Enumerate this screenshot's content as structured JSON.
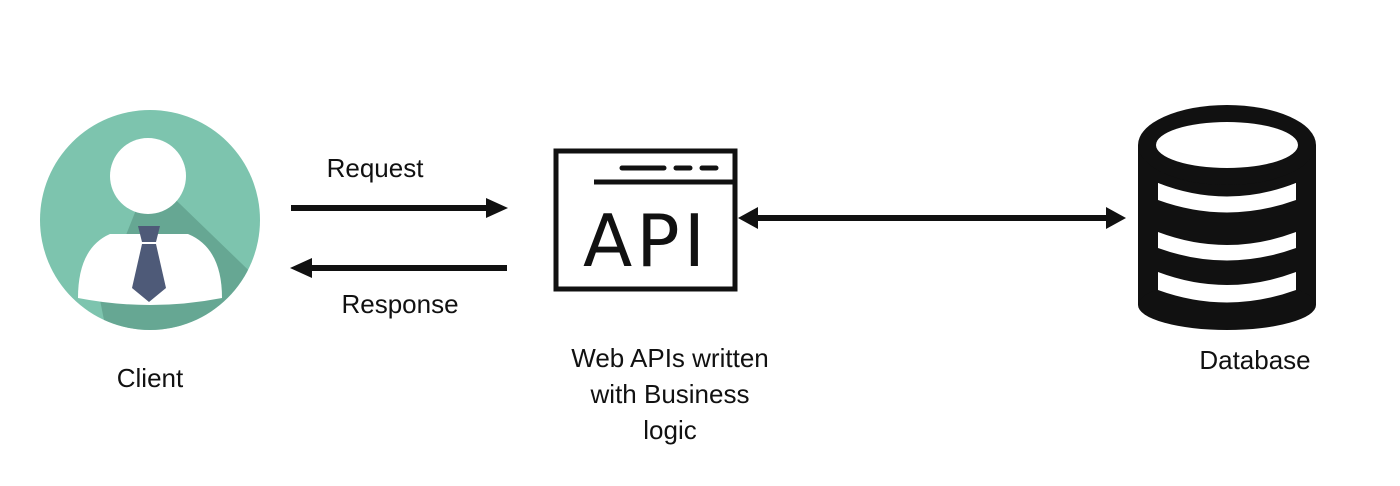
{
  "client": {
    "label": "Client"
  },
  "request": {
    "label": "Request"
  },
  "response": {
    "label": "Response"
  },
  "api": {
    "icon_text": "API",
    "caption_lines": [
      "Web APIs written",
      "with Business",
      "logic"
    ]
  },
  "database": {
    "label": "Database"
  },
  "colors": {
    "avatar_circle": "#7dc4ae",
    "avatar_shadow": "#5f9e8a",
    "tie": "#4e5a78",
    "stroke": "#111111"
  }
}
